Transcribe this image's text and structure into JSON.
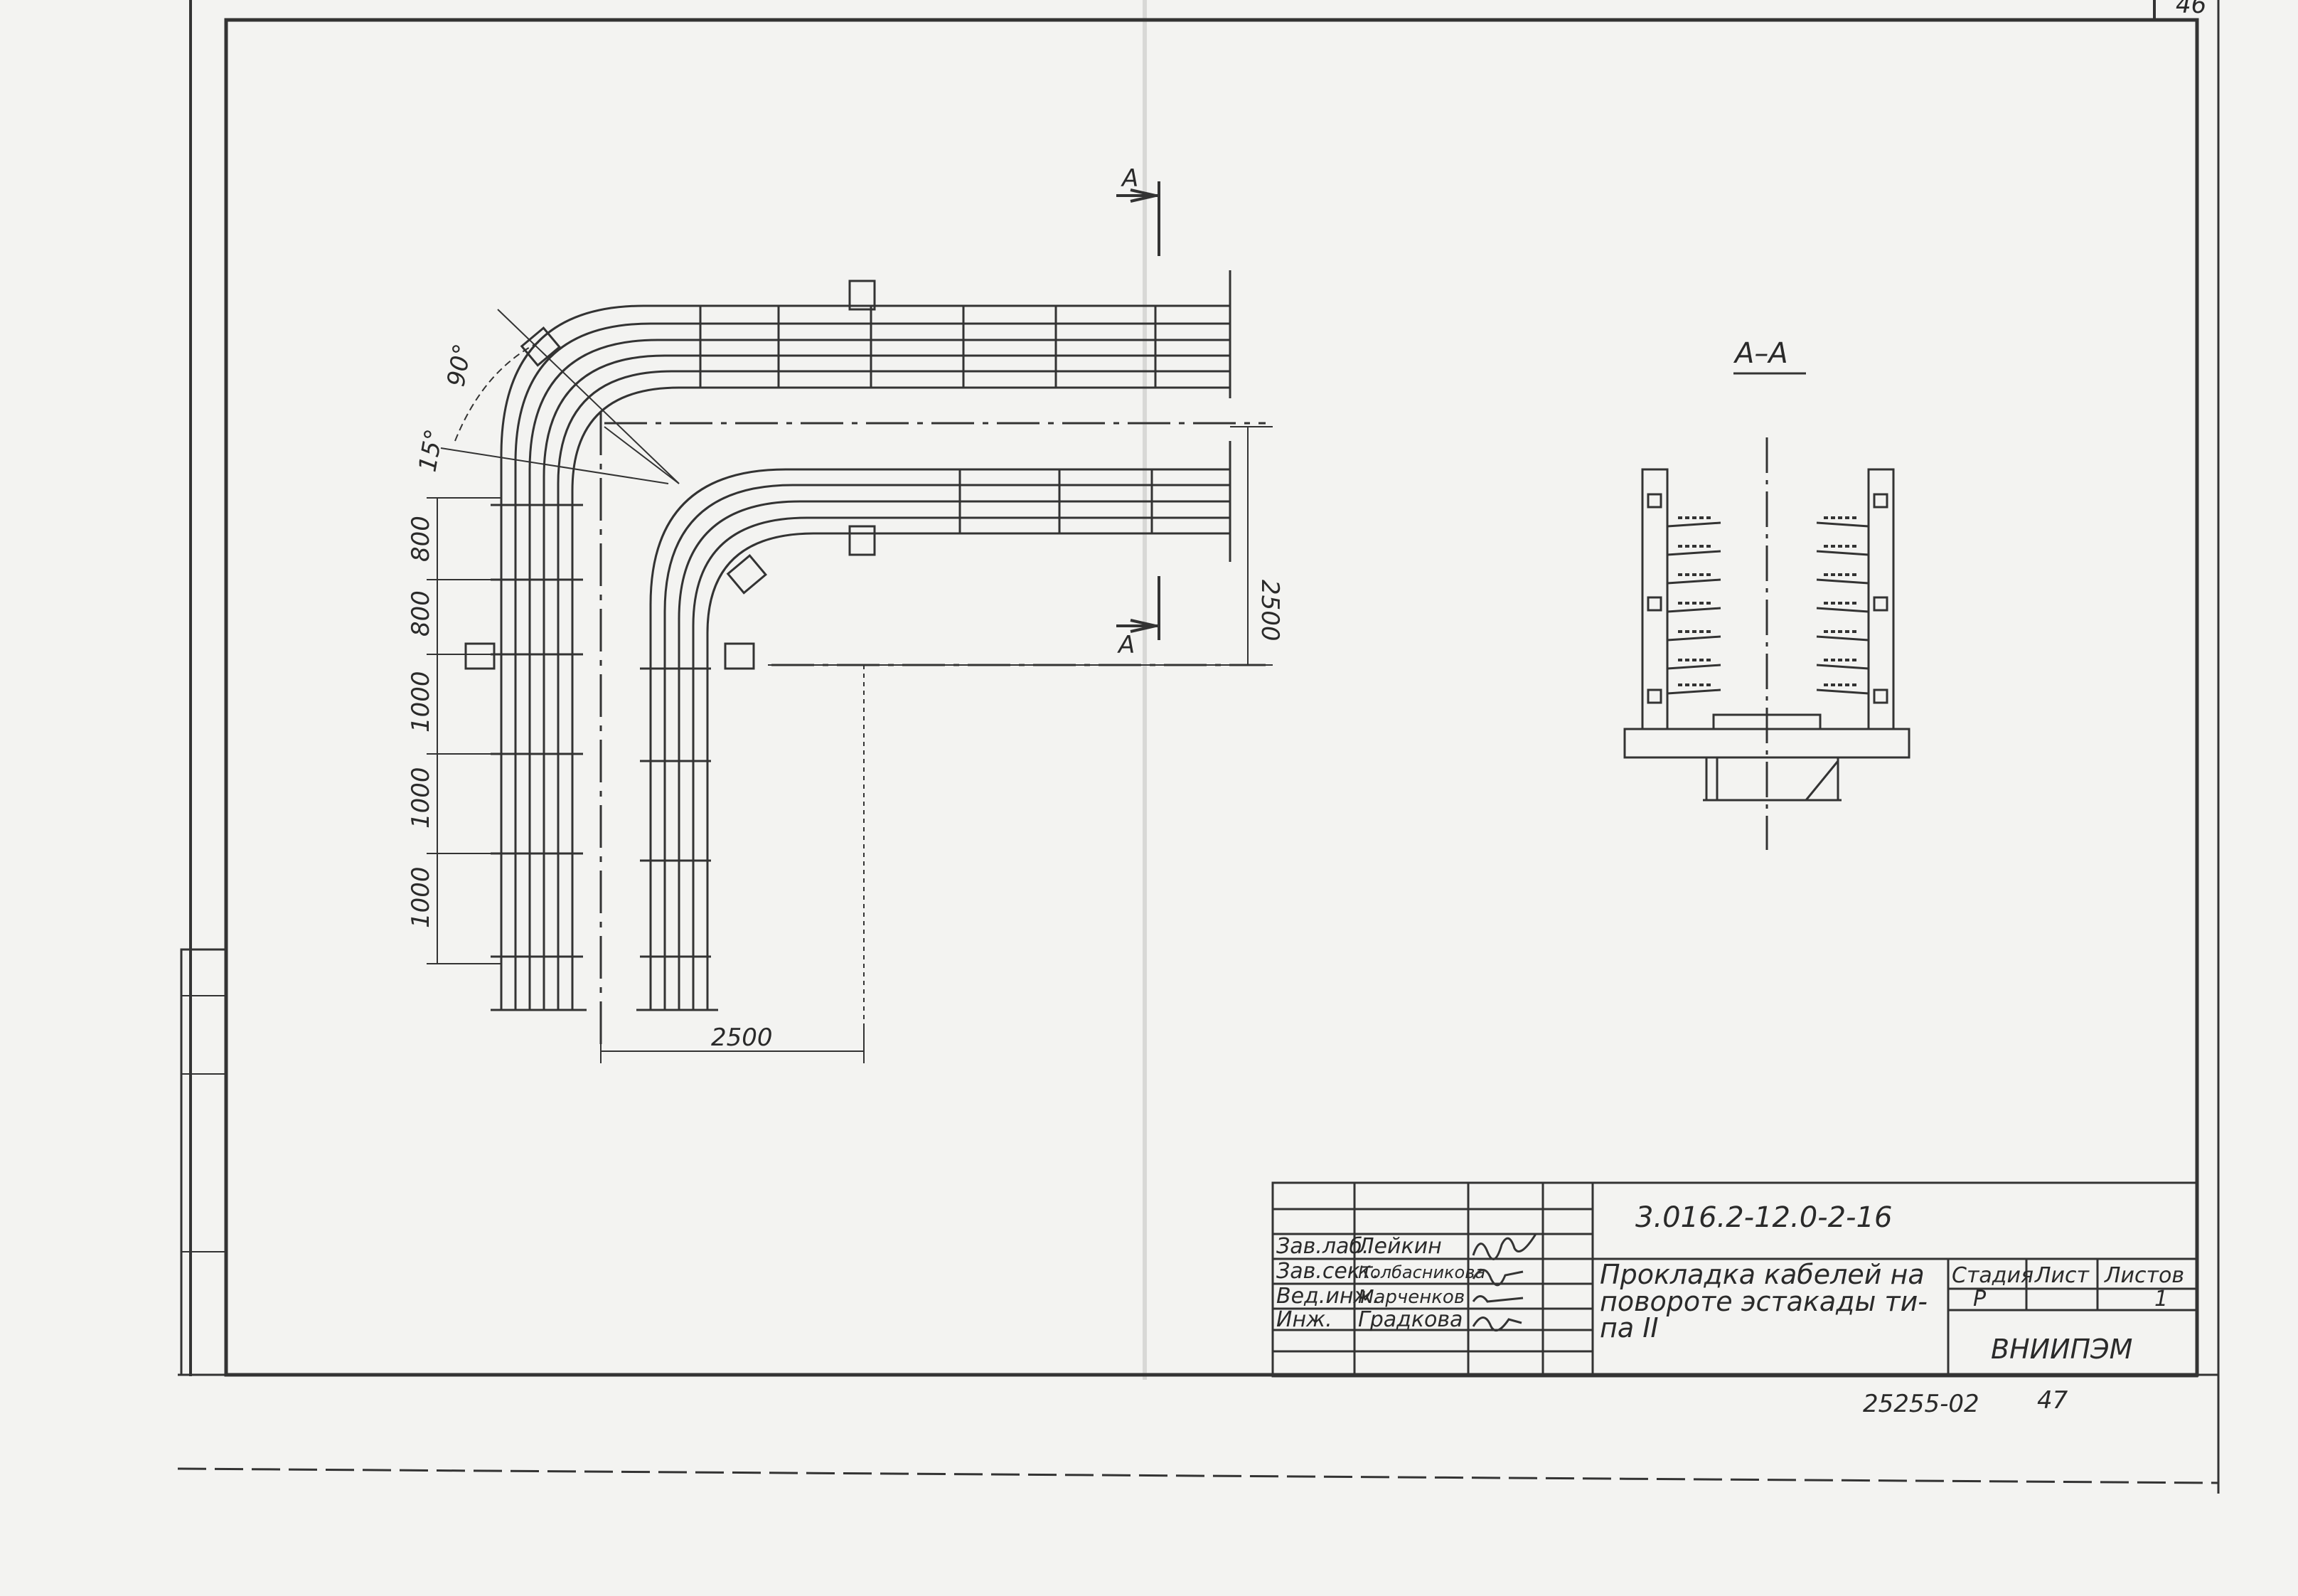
{
  "sheet": {
    "page_number": "46",
    "footer_code": "25255-02",
    "footer_page": "47"
  },
  "plan": {
    "section_marker": "А",
    "angle_90": "90°",
    "angle_15": "15°",
    "dims_left": [
      "800",
      "800",
      "1000",
      "1000",
      "1000"
    ],
    "dim_right": "2500",
    "dim_bottom": "2500"
  },
  "section": {
    "title": "А–А"
  },
  "title_block": {
    "document_code": "3.016.2-12.0-2-16",
    "roles": [
      "Зав.лаб.",
      "Зав.сект.",
      "Вед.инж.",
      "Инж."
    ],
    "names": [
      "Лейкин",
      "Колбасникова",
      "Марченков",
      "Градкова"
    ],
    "title_lines": [
      "Прокладка кабелей на",
      "повороте эстакады ти-",
      "па II"
    ],
    "col_stage": "Стадия",
    "col_sheet": "Лист",
    "col_sheets": "Листов",
    "stage_value": "Р",
    "sheets_value": "1",
    "organization": "ВНИИПЭМ"
  }
}
